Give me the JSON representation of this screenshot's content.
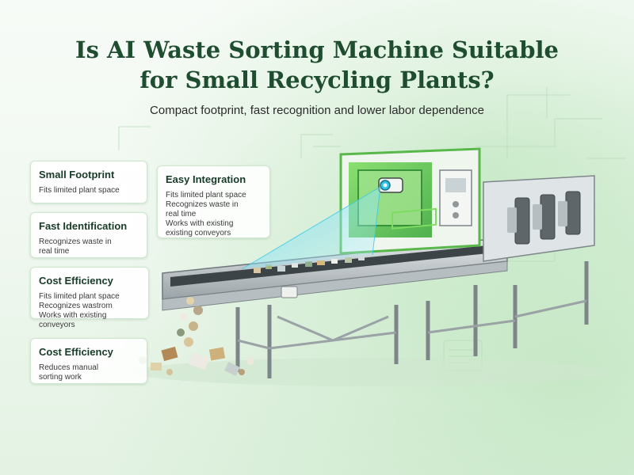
{
  "title": {
    "line1": "Is AI Waste Sorting Machine Suitable",
    "line2": "for Small Recycling Plants?"
  },
  "subtitle": "Compact footprint, fast recognition and lower labor dependence",
  "cards": [
    {
      "title": "Small Footprint",
      "lines": [
        "Fits limited plant space"
      ]
    },
    {
      "title": "Easy Integration",
      "lines": [
        "Fits limited plant space",
        "Recognizes waste in",
        "real time",
        "Works with existing",
        "existing conveyors"
      ]
    },
    {
      "title": "Fast Identification",
      "lines": [
        "Recognizes waste in",
        "real time"
      ]
    },
    {
      "title": "Cost Efficiency",
      "lines": [
        "Fits limited plant space",
        "Recognizes wastrom",
        "Works with existing conveyors"
      ]
    },
    {
      "title": "Cost Efficiency",
      "lines": [
        "Reduces manual",
        "sorting work"
      ]
    }
  ],
  "colors": {
    "title": "#1f4d30",
    "accent_green": "#6fcf5a",
    "scan_beam": "#35c8e8",
    "frame_gray": "#8f979b"
  }
}
